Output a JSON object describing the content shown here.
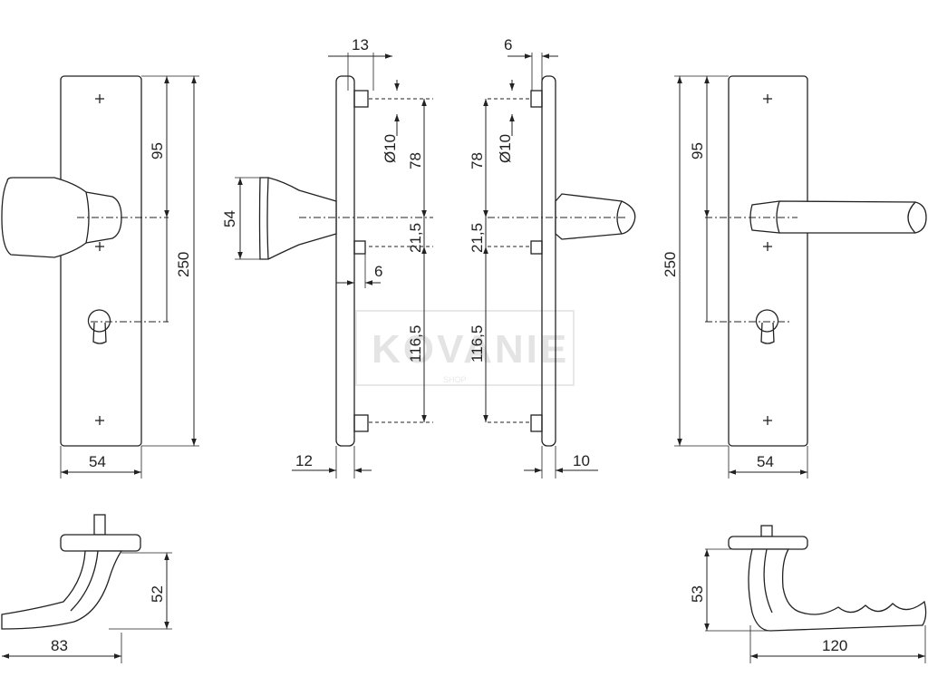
{
  "watermark": {
    "brand": "KOVANIE",
    "sub": "SHOP"
  },
  "front_left": {
    "height": "250",
    "center": "95",
    "width": "54"
  },
  "side_knob": {
    "pin_offset": "13",
    "hole_diam": "Ø10",
    "upper": "78",
    "knob_size": "54",
    "spindle": "21,5",
    "pin": "6",
    "lower": "116,5",
    "plate_thickness": "12"
  },
  "side_lever": {
    "pin_offset": "6",
    "hole_diam": "Ø10",
    "upper": "78",
    "spindle": "21,5",
    "lower": "116,5",
    "plate_thickness": "10"
  },
  "front_right": {
    "height": "250",
    "center": "95",
    "width": "54"
  },
  "top_knob": {
    "height": "52",
    "length": "83"
  },
  "top_lever": {
    "height": "53",
    "length": "120"
  }
}
